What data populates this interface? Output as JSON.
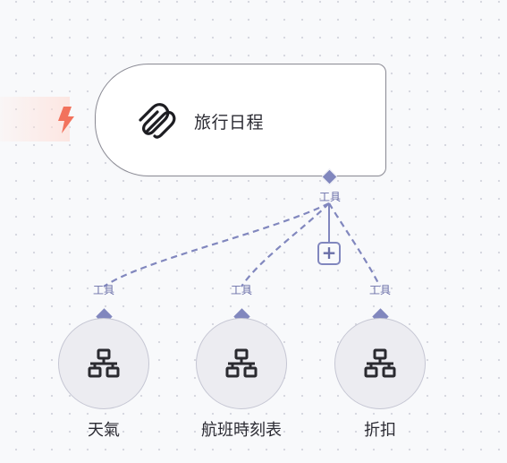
{
  "agent": {
    "label": "旅行日程",
    "icon": "paperclip-icon",
    "port_label": "工具",
    "add_icon": "plus-icon"
  },
  "trigger": {
    "icon": "lightning-bolt-icon"
  },
  "tools": [
    {
      "label": "天氣",
      "port_label": "工具",
      "icon": "network-icon"
    },
    {
      "label": "航班時刻表",
      "port_label": "工具",
      "icon": "network-icon"
    },
    {
      "label": "折扣",
      "port_label": "工具",
      "icon": "network-icon"
    }
  ],
  "colors": {
    "connector": "#8187be",
    "trigger_accent": "#f2725c",
    "node_border": "#8a8a94",
    "tool_fill": "#ececf1"
  }
}
